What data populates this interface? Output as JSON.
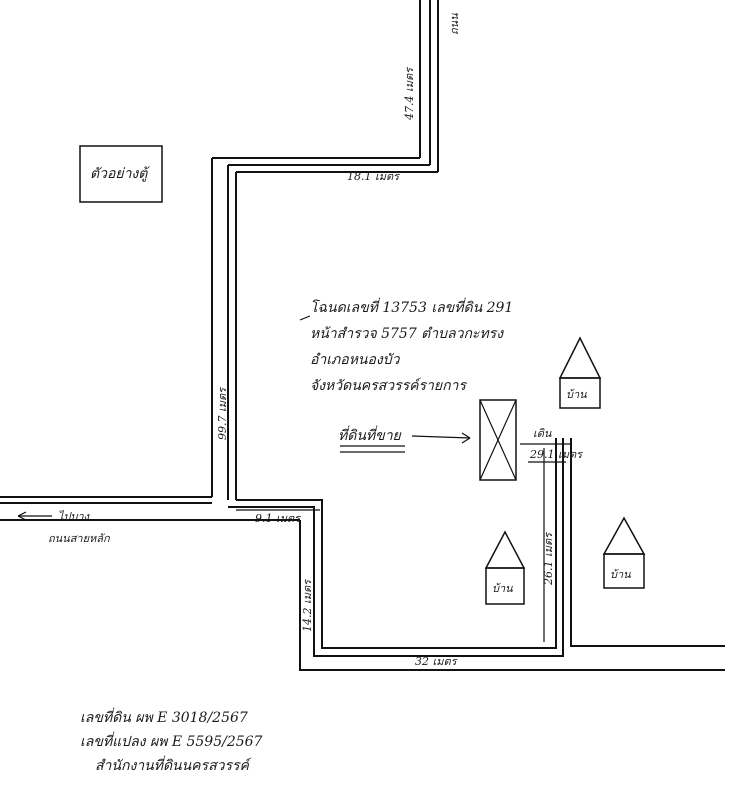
{
  "labels": {
    "top_right_road": "ถนน",
    "dim_top_vertical": "47.4 เมตร",
    "dim_horizontal_1": "18.1 เมตร",
    "dim_left_vertical": "99.7 เมตร",
    "dim_bottom_left_small": "9.1 เมตร",
    "dim_small_vertical": "14.2 เมตร",
    "dim_bottom": "32 เมตร",
    "dim_right_vertical": "26.1 เมตร",
    "dim_right_small": "29.1 เมตร",
    "walk_label": "เดิน",
    "left_arrow_label": "ไปบาง",
    "left_road_label": "ถนนสายหลัก",
    "box_label": "ตัวอย่างตู้",
    "target_label": "ที่ดินที่ขาย",
    "house_label": "บ้าน",
    "main_note_lines": [
      "โฉนดเลขที่ 13753 เลขที่ดิน 291",
      "หน้าสำรวจ 5757 ตำบลวกะทรง",
      "อำเภอหนองบัว",
      "จังหวัดนครสวรรค์รายการ"
    ],
    "bottom_note_lines": [
      "เลขที่ดิน ผพ E 3018/2567",
      "เลขที่แปลง ผพ E 5595/2567",
      "สำนักงานที่ดินนครสวรรค์"
    ]
  },
  "colors": {
    "ink": "#111111",
    "paper": "#ffffff"
  }
}
